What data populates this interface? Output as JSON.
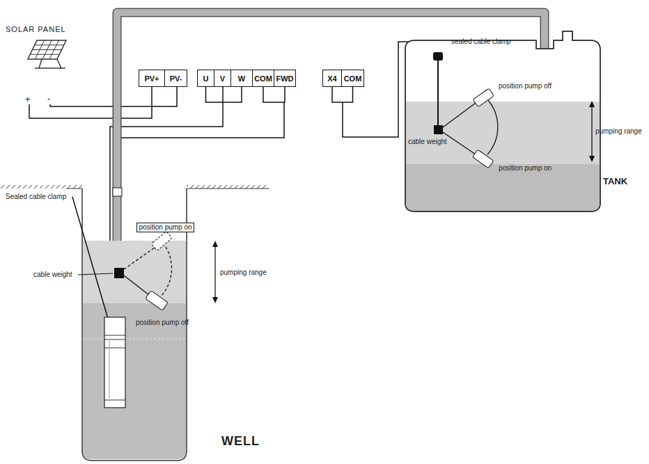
{
  "diagram": {
    "nodes": [
      {
        "text": [
          "PV+"
        ]
      },
      {
        "text": [
          "PV-"
        ]
      },
      {
        "text": [
          "U"
        ]
      },
      {
        "text": [
          "V"
        ]
      },
      {
        "text": [
          "W"
        ]
      },
      {
        "text": [
          "COM"
        ]
      },
      {
        "text": [
          "FWD"
        ]
      },
      {
        "text": [
          "X4"
        ]
      },
      {
        "text": [
          "COM"
        ]
      },
      {
        "text": [
          "position pump on"
        ]
      }
    ],
    "edges": [
      {
        "from": 2,
        "to": 4,
        "arrow": "none"
      },
      {
        "from": 5,
        "to": 6,
        "arrow": "none"
      },
      {
        "from": 7,
        "to": 8,
        "arrow": "none"
      }
    ],
    "labels": [
      "SOLAR PANEL",
      "+",
      "-",
      "sealed cable clamp",
      "position pump off",
      "cable weight",
      "position pump on",
      "pumping range",
      "TANK",
      "Sealed cable clamp",
      "cable weight",
      "pumping range",
      "position pump off",
      "WELL"
    ]
  }
}
